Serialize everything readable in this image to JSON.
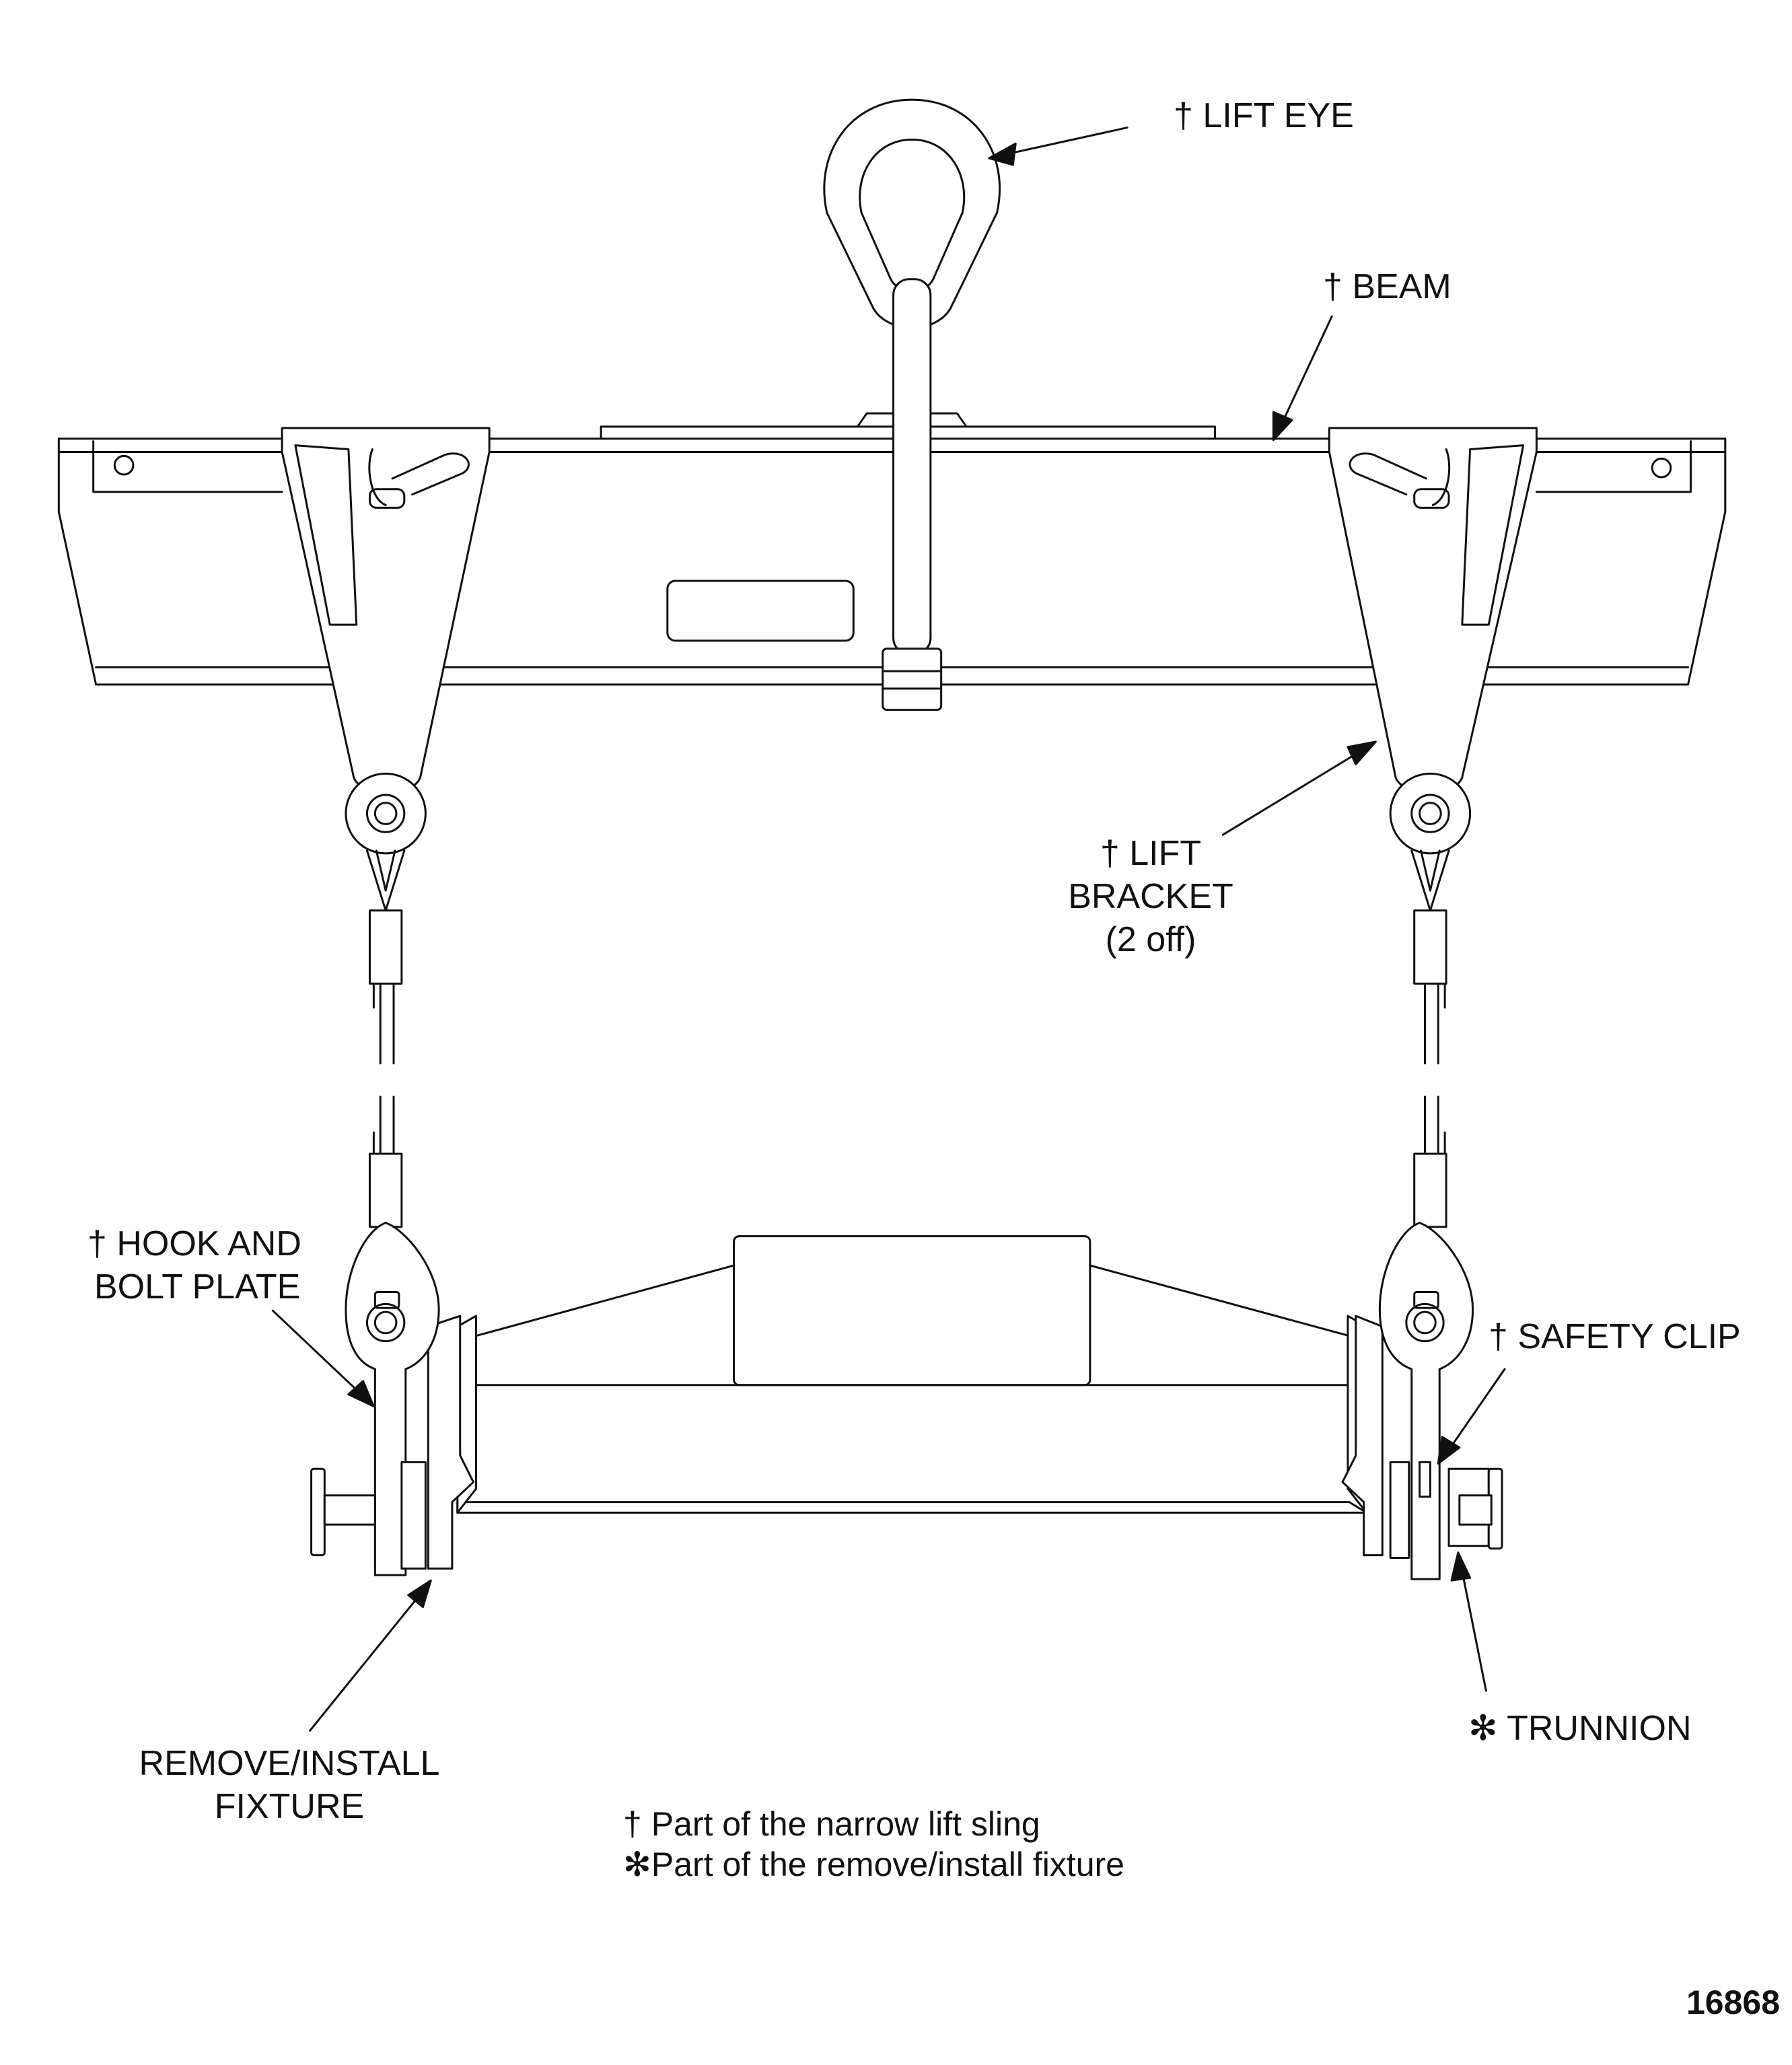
{
  "labels": {
    "lift_eye": "† LIFT EYE",
    "beam": "† BEAM",
    "lift_bracket_line1": "† LIFT",
    "lift_bracket_line2": "BRACKET",
    "lift_bracket_line3": "(2 off)",
    "hook_line1": "† HOOK AND",
    "hook_line2": "BOLT PLATE",
    "safety_clip": "† SAFETY CLIP",
    "fixture_line1": "REMOVE/INSTALL",
    "fixture_line2": "FIXTURE",
    "trunnion": "✻ TRUNNION"
  },
  "notes": {
    "line1": "† Part of the narrow lift sling",
    "line2": "✻Part of the remove/install fixture"
  },
  "figure_number": "16868",
  "colors": {
    "ink": "#111111",
    "paper": "#ffffff"
  }
}
